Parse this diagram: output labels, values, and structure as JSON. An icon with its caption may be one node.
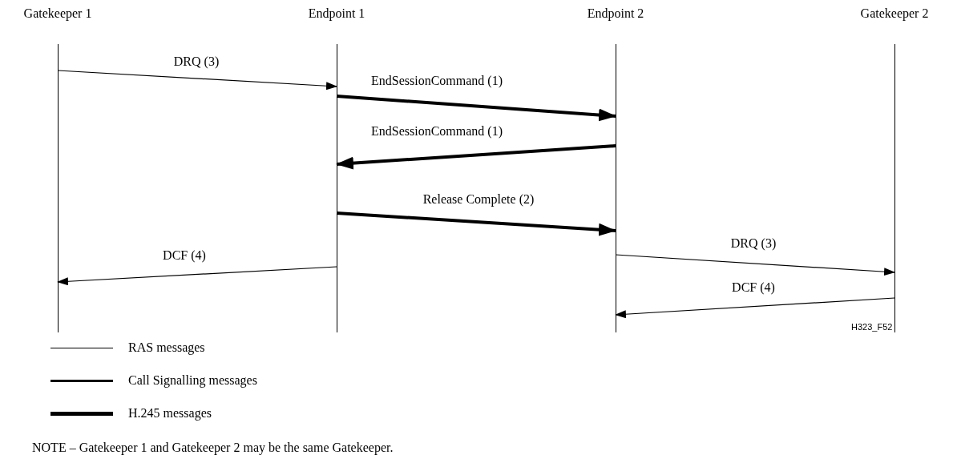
{
  "diagram": {
    "nodes": [
      {
        "text": [
          "Gatekeeper 1"
        ]
      },
      {
        "text": [
          "Endpoint 1"
        ]
      },
      {
        "text": [
          "Endpoint 2"
        ]
      },
      {
        "text": [
          "Gatekeeper 2"
        ]
      },
      {
        "text": [],
        "shape": "line"
      },
      {
        "text": [],
        "shape": "line"
      },
      {
        "text": [],
        "shape": "line"
      },
      {
        "text": [],
        "shape": "line"
      }
    ],
    "edges": [
      {
        "from": 4,
        "to": 5,
        "arrow": "to",
        "label": "DRQ (3)"
      },
      {
        "from": 5,
        "to": 6,
        "arrow": "to",
        "label": "EndSessionCommand (1)",
        "style": "thick"
      },
      {
        "from": 6,
        "to": 5,
        "arrow": "to",
        "label": "EndSessionCommand (1)",
        "style": "thick"
      },
      {
        "from": 5,
        "to": 6,
        "arrow": "to",
        "label": "Release Complete (2)",
        "style": "thick"
      },
      {
        "from": 5,
        "to": 4,
        "arrow": "to",
        "label": "DCF (4)"
      },
      {
        "from": 6,
        "to": 7,
        "arrow": "to",
        "label": "DRQ (3)"
      },
      {
        "from": 7,
        "to": 6,
        "arrow": "to",
        "label": "DCF (4)"
      }
    ],
    "labels": [
      "H323_F52",
      "NOTE – Gatekeeper 1 and Gatekeeper 2 may be the same Gatekeeper."
    ],
    "legend": [
      {
        "text": "RAS messages"
      },
      {
        "text": "Call Signalling messages"
      },
      {
        "text": "H.245 messages"
      }
    ]
  }
}
